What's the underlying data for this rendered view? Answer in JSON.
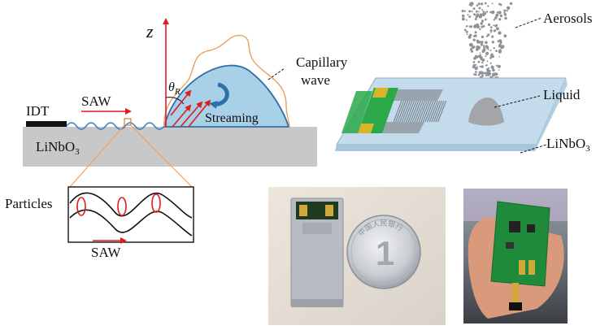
{
  "schematic": {
    "z_axis": "z",
    "capillary_wave_line1": "Capillary",
    "capillary_wave_line2": "wave",
    "theta_symbol": "θ",
    "theta_subscript": "R",
    "idt": "IDT",
    "saw": "SAW",
    "streaming": "Streaming",
    "substrate": "LiNbO",
    "substrate_subscript": "3"
  },
  "inset": {
    "particles": "Particles",
    "saw": "SAW"
  },
  "device_3d": {
    "aerosols": "Aerosols",
    "liquid": "Liquid",
    "substrate": "LiNbO",
    "substrate_subscript": "3"
  },
  "photos": {
    "coin_numeral": "1",
    "coin_legend": "中国人民银行"
  },
  "colors": {
    "substrate": "#c8c8c8",
    "droplet_fill": "#a8d0e6",
    "droplet_stroke": "#2f6fa8",
    "saw_wave": "#3b7fc4",
    "red_arrow": "#e21c1c",
    "capillary": "#e8a060",
    "callout": "#f0a060",
    "electrode_green": "#2aa84a",
    "electrode_gold": "#d9b628",
    "chip_blue": "#c3dbea"
  }
}
